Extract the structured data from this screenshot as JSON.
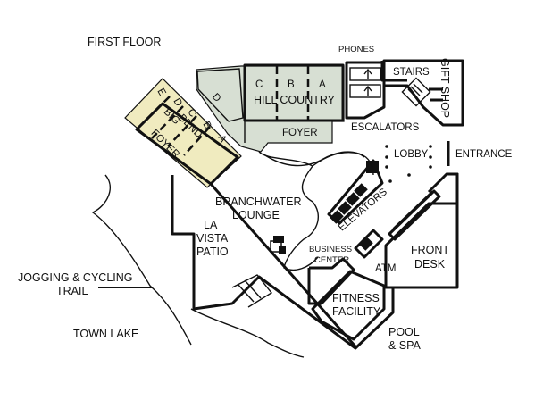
{
  "title": "FIRST FLOOR",
  "colors": {
    "ballroom_fill": "#d7dfd3",
    "bigbend_fill": "#f0ebbf",
    "line": "#111111"
  },
  "rooms": {
    "hill_country": {
      "name": "HILL COUNTRY",
      "sections": [
        "C",
        "B",
        "A"
      ],
      "d": "D",
      "foyer": "FOYER"
    },
    "big_bend": {
      "name_line1": "BIG",
      "name_line2": "BEND",
      "sections": [
        "E",
        "D",
        "C",
        "B",
        "A"
      ],
      "foyer": "FOYER"
    },
    "phones": "PHONES",
    "stairs": "STAIRS",
    "gift_shop": "GIFT SHOP",
    "escalators": "ESCALATORS",
    "lobby": "LOBBY",
    "entrance": "ENTRANCE",
    "branchwater_line1": "BRANCHWATER",
    "branchwater_line2": "LOUNGE",
    "elevators": "ELEVATORS",
    "la_vista_line1": "LA",
    "la_vista_line2": "VISTA",
    "la_vista_line3": "PATIO",
    "business_line1": "BUSINESS",
    "business_line2": "CENTER",
    "atm": "ATM",
    "front_desk_line1": "FRONT",
    "front_desk_line2": "DESK",
    "fitness_line1": "FITNESS",
    "fitness_line2": "FACILITY",
    "pool_line1": "POOL",
    "pool_line2": "& SPA",
    "jogging_line1": "JOGGING & CYCLING",
    "jogging_line2": "TRAIL",
    "town_lake": "TOWN LAKE"
  }
}
